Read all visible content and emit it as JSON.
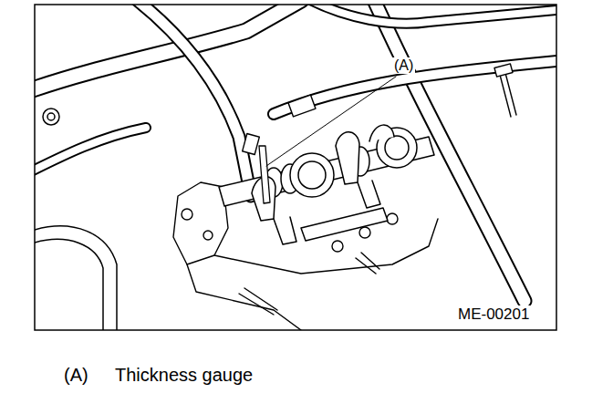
{
  "diagram": {
    "labels": [
      "(A)",
      "ME-00201",
      "(A)",
      "Thickness gauge"
    ]
  }
}
